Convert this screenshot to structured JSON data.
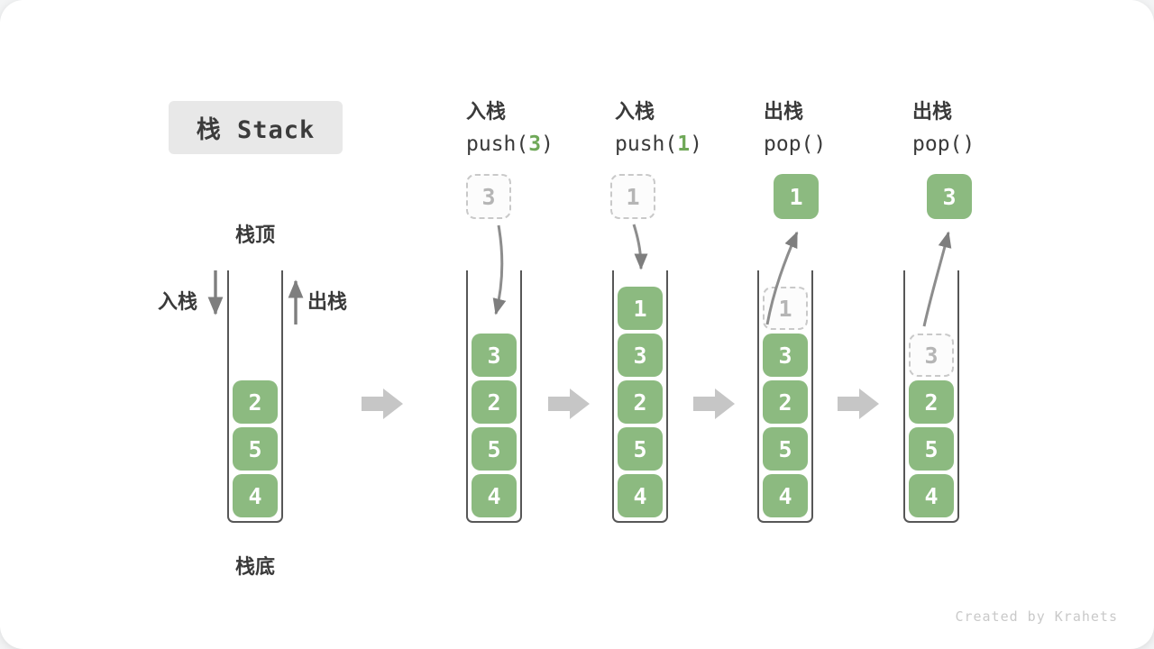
{
  "page": {
    "title_badge": "栈 Stack",
    "watermark": "Created by Krahets"
  },
  "labels": {
    "stack_top": "栈顶",
    "stack_bottom": "栈底",
    "push_side": "入栈",
    "pop_side": "出栈"
  },
  "colors": {
    "element_green": "#8cba80",
    "code_arg_green": "#6fa858",
    "thin_arrow_gray": "#8d8d8d",
    "block_arrow_gray": "#c6c6c6",
    "dashed_border_gray": "#c9c9c9",
    "badge_background": "#e8e8e8"
  },
  "stages": [
    {
      "name": "initial",
      "elements": [
        {
          "value": "2",
          "dashed": false
        },
        {
          "value": "5",
          "dashed": false
        },
        {
          "value": "4",
          "dashed": false
        }
      ]
    },
    {
      "name": "push-3",
      "header": {
        "op_cn": "入栈",
        "code_pre": "push(",
        "code_arg": "3",
        "code_post": ")"
      },
      "floating": {
        "value": "3",
        "variant": "dashed"
      },
      "arrow": "into-stack",
      "elements": [
        {
          "value": "3",
          "dashed": false
        },
        {
          "value": "2",
          "dashed": false
        },
        {
          "value": "5",
          "dashed": false
        },
        {
          "value": "4",
          "dashed": false
        }
      ]
    },
    {
      "name": "push-1",
      "header": {
        "op_cn": "入栈",
        "code_pre": "push(",
        "code_arg": "1",
        "code_post": ")"
      },
      "floating": {
        "value": "1",
        "variant": "dashed"
      },
      "arrow": "into-stack",
      "elements": [
        {
          "value": "1",
          "dashed": false
        },
        {
          "value": "3",
          "dashed": false
        },
        {
          "value": "2",
          "dashed": false
        },
        {
          "value": "5",
          "dashed": false
        },
        {
          "value": "4",
          "dashed": false
        }
      ]
    },
    {
      "name": "pop-1",
      "header": {
        "op_cn": "出栈",
        "code_pre": "pop(",
        "code_arg": "",
        "code_post": ")"
      },
      "floating": {
        "value": "1",
        "variant": "solid"
      },
      "arrow": "out-of-stack",
      "elements": [
        {
          "value": "1",
          "dashed": true
        },
        {
          "value": "3",
          "dashed": false
        },
        {
          "value": "2",
          "dashed": false
        },
        {
          "value": "5",
          "dashed": false
        },
        {
          "value": "4",
          "dashed": false
        }
      ]
    },
    {
      "name": "pop-3",
      "header": {
        "op_cn": "出栈",
        "code_pre": "pop(",
        "code_arg": "",
        "code_post": ")"
      },
      "floating": {
        "value": "3",
        "variant": "solid"
      },
      "arrow": "out-of-stack",
      "elements": [
        {
          "value": "3",
          "dashed": true
        },
        {
          "value": "2",
          "dashed": false
        },
        {
          "value": "5",
          "dashed": false
        },
        {
          "value": "4",
          "dashed": false
        }
      ]
    }
  ]
}
